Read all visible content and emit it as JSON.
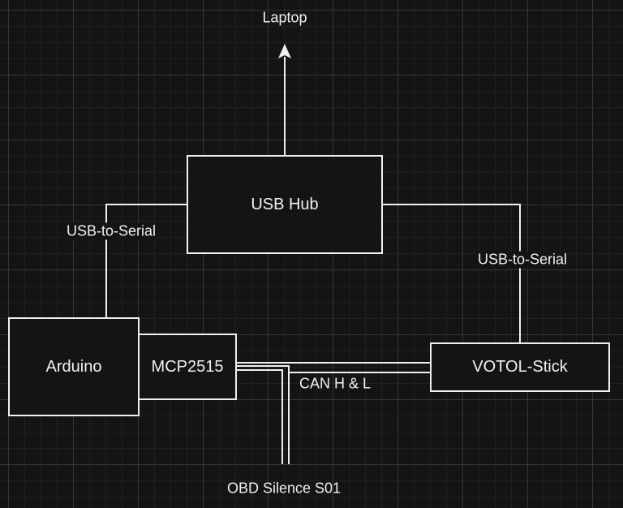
{
  "diagram": {
    "nodes": {
      "laptop": "Laptop",
      "usb_hub": "USB Hub",
      "arduino": "Arduino",
      "mcp2515": "MCP2515",
      "votol_stick": "VOTOL-Stick",
      "obd": "OBD Silence S01"
    },
    "edges": {
      "hub_to_laptop": "",
      "hub_to_arduino": "USB-to-Serial",
      "hub_to_votol": "USB-to-Serial",
      "mcp_to_votol": "CAN H & L"
    },
    "colors": {
      "background": "#141414",
      "stroke": "#f0f0f0",
      "grid_minor": "#202020",
      "grid_major": "#363636"
    }
  }
}
